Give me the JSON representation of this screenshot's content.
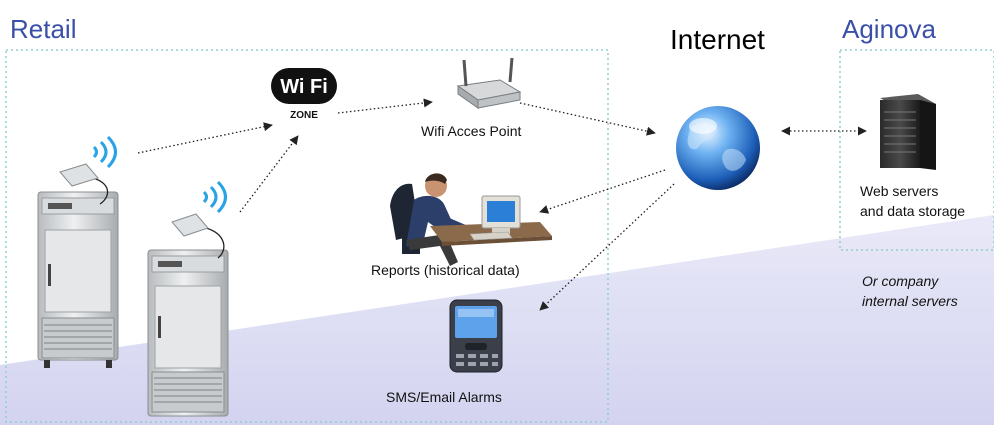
{
  "regions": {
    "retail": "Retail",
    "internet": "Internet",
    "aginova": "Aginova"
  },
  "nodes": {
    "wifi_zone_badge": "Wi Fi",
    "wifi_zone_sub": "ZONE",
    "access_point": "Wifi Acces Point",
    "reports": "Reports (historical data)",
    "sms_alarms": "SMS/Email Alarms",
    "web_servers_line1": "Web servers",
    "web_servers_line2": "and data storage",
    "company_servers_line1": "Or company",
    "company_servers_line2": "internal servers"
  },
  "colors": {
    "region_title": "#3a4fa8",
    "dotted_border": "#8fcfd0",
    "background_band": "#dcdcf4",
    "connector": "#222222"
  }
}
